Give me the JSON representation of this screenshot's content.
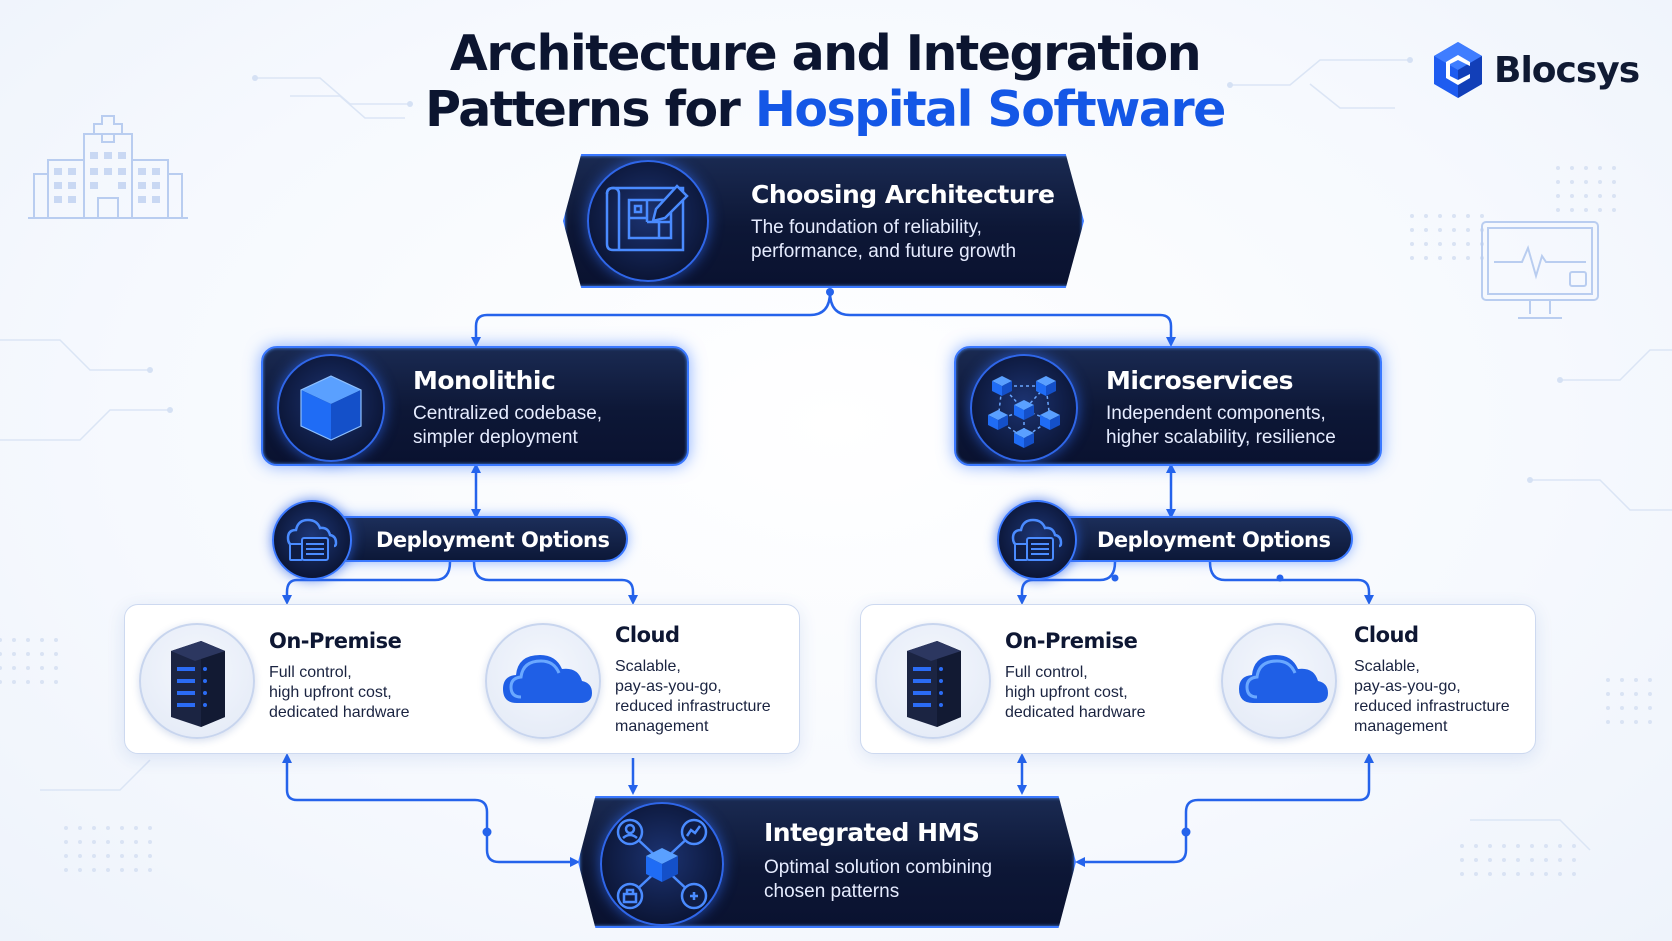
{
  "title": {
    "line1": "Architecture and Integration",
    "line2_prefix": "Patterns for ",
    "line2_accent": "Hospital Software"
  },
  "brand": {
    "name": "Blocsys"
  },
  "colors": {
    "accent": "#1457e6",
    "dark_pill": "#0d1736",
    "glow": "#3a78ff",
    "connector": "#2563eb",
    "card_bg": "#ffffff"
  },
  "choosing": {
    "icon": "blueprint-icon",
    "title": "Choosing Architecture",
    "desc_line1": "The foundation of reliability,",
    "desc_line2": "performance, and future growth"
  },
  "monolithic": {
    "icon": "cube-icon",
    "title": "Monolithic",
    "desc_line1": "Centralized codebase,",
    "desc_line2": "simpler deployment"
  },
  "microservices": {
    "icon": "network-cubes-icon",
    "title": "Microservices",
    "desc_line1": "Independent components,",
    "desc_line2": "higher scalability, resilience"
  },
  "deployment_left": {
    "icon": "cloud-server-icon",
    "label": "Deployment Options"
  },
  "deployment_right": {
    "icon": "cloud-server-icon",
    "label": "Deployment Options"
  },
  "options_left": [
    {
      "icon": "server-rack-icon",
      "title": "On-Premise",
      "lines": [
        "Full control,",
        "high upfront cost,",
        "dedicated hardware"
      ]
    },
    {
      "icon": "cloud-icon",
      "title": "Cloud",
      "lines": [
        "Scalable,",
        "pay-as-you-go,",
        "reduced infrastructure",
        "management"
      ]
    }
  ],
  "options_right": [
    {
      "icon": "server-rack-icon",
      "title": "On-Premise",
      "lines": [
        "Full control,",
        "high upfront cost,",
        "dedicated hardware"
      ]
    },
    {
      "icon": "cloud-icon",
      "title": "Cloud",
      "lines": [
        "Scalable,",
        "pay-as-you-go,",
        "reduced infrastructure",
        "management"
      ]
    }
  ],
  "integrated": {
    "icon": "integration-hub-icon",
    "title": "Integrated HMS",
    "desc_line1": "Optimal solution combining",
    "desc_line2": "chosen patterns"
  },
  "decorations": {
    "hospital": "hospital-building-icon",
    "monitor": "heart-monitor-icon"
  }
}
